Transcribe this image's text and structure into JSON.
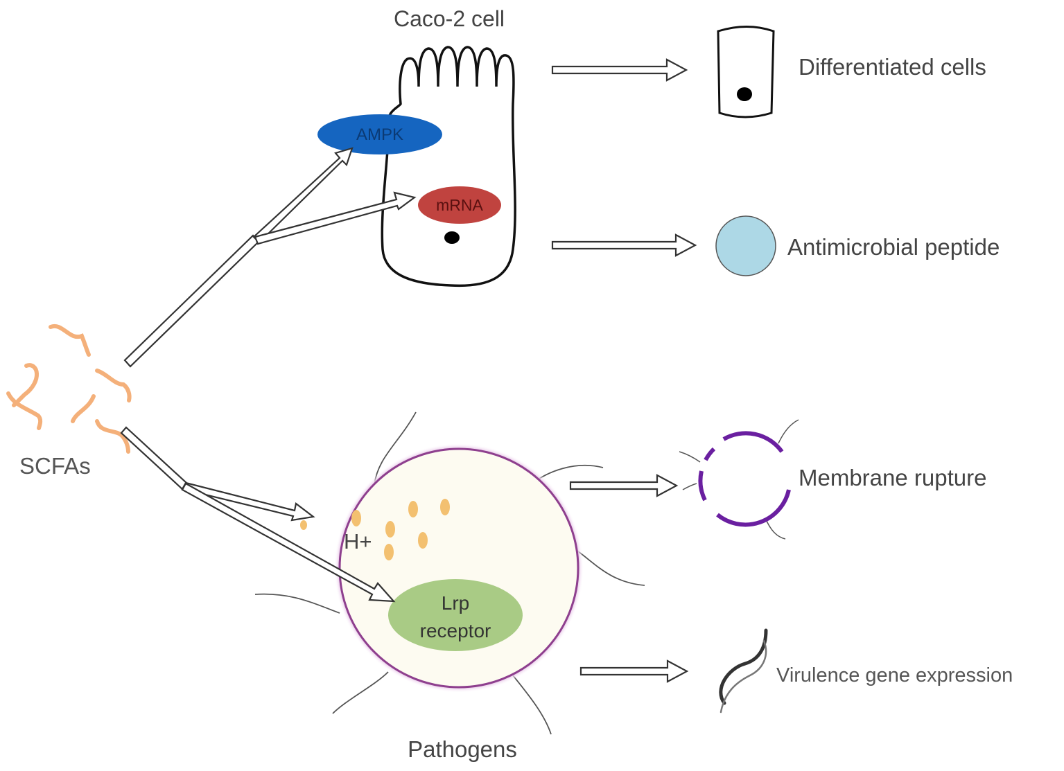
{
  "labels": {
    "caco2_cell": "Caco-2 cell",
    "ampk": "AMPK",
    "mrna": "mRNA",
    "differentiated_cells": "Differentiated cells",
    "antimicrobial_peptide": "Antimicrobial peptide",
    "scfas": "SCFAs",
    "h_plus": "H+",
    "lrp_line1": "Lrp",
    "lrp_line2": "receptor",
    "membrane_rupture": "Membrane rupture",
    "virulence_gene_expression": "Virulence gene expression",
    "pathogens": "Pathogens"
  },
  "colors": {
    "ampk_fill": "#1565c0",
    "mrna_fill": "#c0433f",
    "peptide_fill": "#add8e6",
    "scfa_stroke": "#f4b07a",
    "pathogen_fill": "#fdfbf1",
    "pathogen_stroke": "#8e3f8e",
    "lrp_fill": "#a9cb85",
    "proton_fill": "#f3c070",
    "rupture_stroke": "#6a1fa0",
    "label_text": "#444444"
  }
}
